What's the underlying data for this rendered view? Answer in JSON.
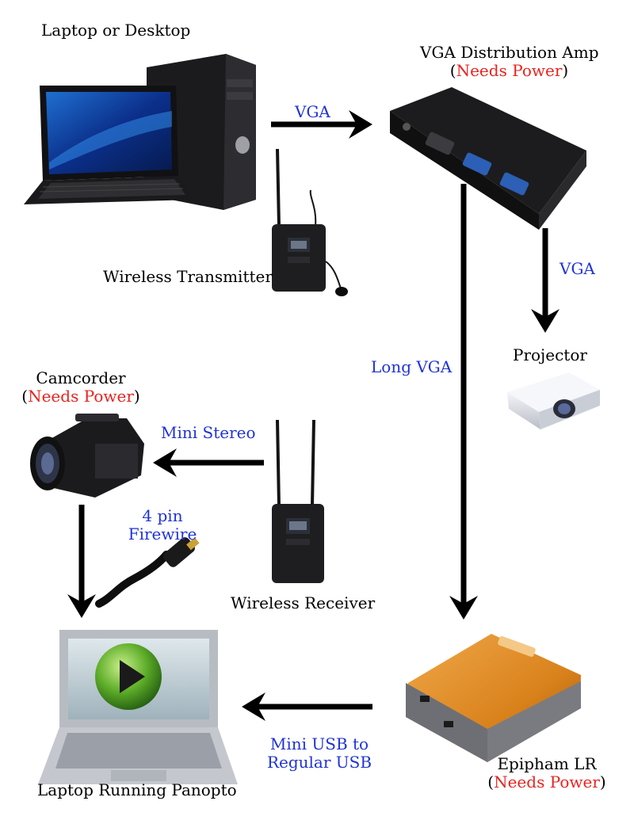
{
  "colors": {
    "connection_label": "#1f33d6",
    "power_note": "#e8231f",
    "arrow": "#000000",
    "epiphan_orange": "#d9821c"
  },
  "devices": {
    "source_computer": {
      "label": "Laptop or Desktop",
      "icon": "laptop-and-tower-icon"
    },
    "vga_amp": {
      "label": "VGA Distribution Amp",
      "power_note": "Needs Power",
      "icon": "vga-amp-icon"
    },
    "wireless_transmitter": {
      "label": "Wireless Transmitter",
      "icon": "wireless-transmitter-icon"
    },
    "projector": {
      "label": "Projector",
      "icon": "projector-icon"
    },
    "camcorder": {
      "label": "Camcorder",
      "power_note": "Needs Power",
      "icon": "camcorder-icon"
    },
    "wireless_receiver": {
      "label": "Wireless Receiver",
      "icon": "wireless-receiver-icon"
    },
    "epiphan": {
      "label": "Epipham LR",
      "power_note": "Needs Power",
      "icon": "epiphan-capture-icon"
    },
    "panopto_laptop": {
      "label": "Laptop Running Panopto",
      "icon": "panopto-laptop-icon"
    }
  },
  "connections": {
    "computer_to_amp": "VGA",
    "amp_to_projector": "VGA",
    "amp_to_epiphan": "Long VGA",
    "receiver_to_camcorder": "Mini Stereo",
    "camcorder_to_laptop_line1": "4 pin",
    "camcorder_to_laptop_line2": "Firewire",
    "epiphan_to_laptop_line1": "Mini USB to",
    "epiphan_to_laptop_line2": "Regular USB"
  }
}
